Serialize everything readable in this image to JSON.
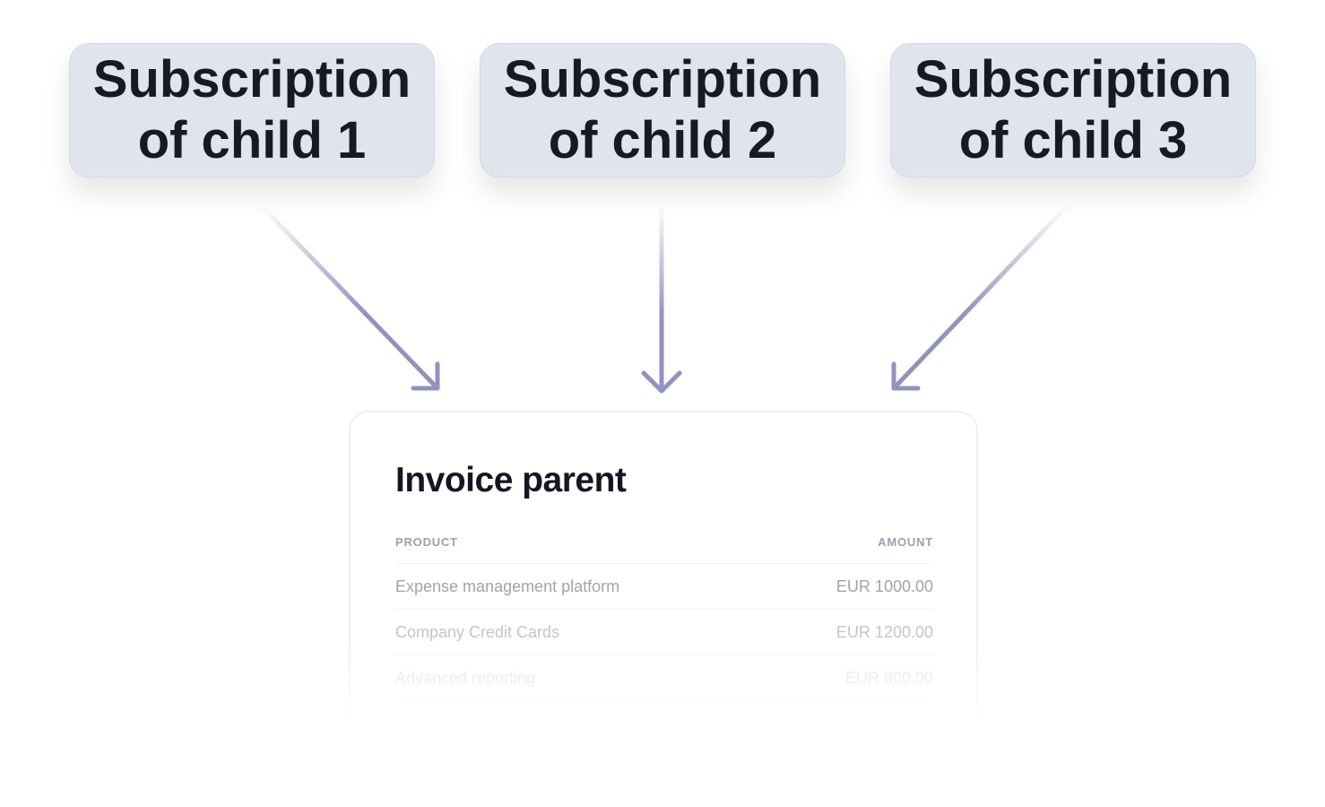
{
  "children": [
    {
      "line1": "Subscription",
      "line2": "of child 1"
    },
    {
      "line1": "Subscription",
      "line2": "of child 2"
    },
    {
      "line1": "Subscription",
      "line2": "of child 3"
    }
  ],
  "invoice": {
    "title": "Invoice parent",
    "columns": {
      "product": "PRODUCT",
      "amount": "AMOUNT"
    },
    "rows": [
      {
        "product": "Expense management platform",
        "amount": "EUR 1000.00"
      },
      {
        "product": "Company Credit Cards",
        "amount": "EUR 1200.00"
      },
      {
        "product": "Advanced reporting",
        "amount": "EUR 800.00"
      }
    ]
  },
  "colors": {
    "arrow": "#8f93c0",
    "box": "#e0e4ec",
    "text": "#161a22"
  }
}
